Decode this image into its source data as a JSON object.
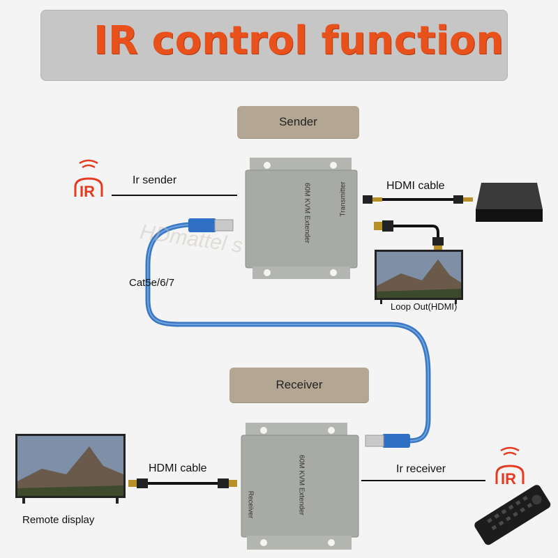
{
  "title": "IR control function",
  "sender_tag": "Sender",
  "receiver_tag": "Receiver",
  "labels": {
    "ir_sender": "Ir sender",
    "hdmi_cable_top": "HDMI cable",
    "cable_type": "Cat5e/6/7",
    "loop_out": "Loop Out(HDMI)",
    "hdmi_cable_bottom": "HDMI cable",
    "ir_receiver": "Ir receiver",
    "remote_display": "Remote display"
  },
  "devices": {
    "transmitter_model": "60M KVM Extender",
    "transmitter_name": "Transmitter",
    "receiver_model": "60M KVM Extender",
    "receiver_name": "Receiver"
  },
  "ir_badge_text": "IR",
  "watermark": "HDmattel s",
  "colors": {
    "title": "#e8501c",
    "banner": "#c6c6c6",
    "tag": "#b3a794",
    "cable": "#3b78c4",
    "ir": "#e53a1f",
    "device": "#a8aaa6"
  }
}
